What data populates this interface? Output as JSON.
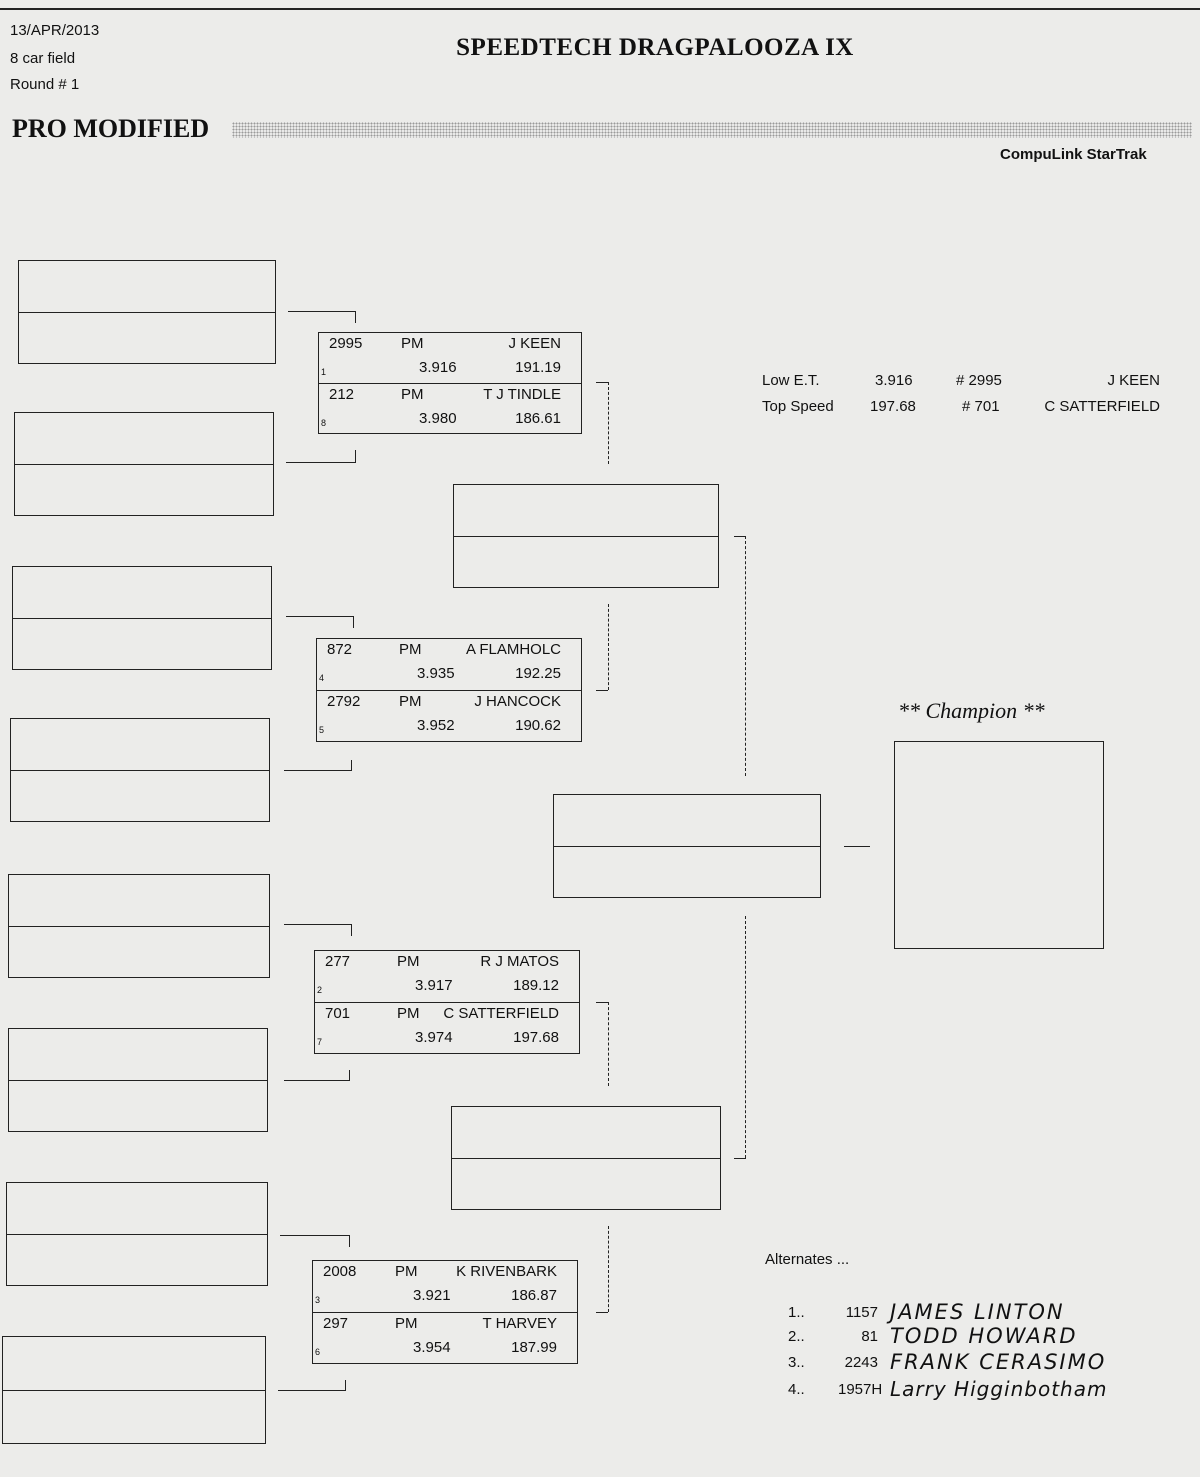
{
  "header": {
    "date": "13/APR/2013",
    "field": "8 car field",
    "round": "Round # 1",
    "event_title": "SPEEDTECH DRAGPALOOZA IX",
    "class_name": "PRO MODIFIED",
    "software": "CompuLink StarTrak"
  },
  "records": {
    "low_et": {
      "label": "Low  E.T.",
      "value": "3.916",
      "car": "# 2995",
      "driver": "J KEEN"
    },
    "top_speed": {
      "label": "Top Speed",
      "value": "197.68",
      "car": "# 701",
      "driver": "C SATTERFIELD"
    }
  },
  "pairs": [
    {
      "top": {
        "num": "2995",
        "cls": "PM",
        "driver": "J KEEN",
        "et": "3.916",
        "speed": "191.19",
        "seed": "1"
      },
      "bottom": {
        "num": "212",
        "cls": "PM",
        "driver": "T J TINDLE",
        "et": "3.980",
        "speed": "186.61",
        "seed": "8"
      }
    },
    {
      "top": {
        "num": "872",
        "cls": "PM",
        "driver": "A FLAMHOLC",
        "et": "3.935",
        "speed": "192.25",
        "seed": "4"
      },
      "bottom": {
        "num": "2792",
        "cls": "PM",
        "driver": "J HANCOCK",
        "et": "3.952",
        "speed": "190.62",
        "seed": "5"
      }
    },
    {
      "top": {
        "num": "277",
        "cls": "PM",
        "driver": "R J MATOS",
        "et": "3.917",
        "speed": "189.12",
        "seed": "2"
      },
      "bottom": {
        "num": "701",
        "cls": "PM",
        "driver": "C SATTERFIELD",
        "et": "3.974",
        "speed": "197.68",
        "seed": "7"
      }
    },
    {
      "top": {
        "num": "2008",
        "cls": "PM",
        "driver": "K RIVENBARK",
        "et": "3.921",
        "speed": "186.87",
        "seed": "3"
      },
      "bottom": {
        "num": "297",
        "cls": "PM",
        "driver": "T HARVEY",
        "et": "3.954",
        "speed": "187.99",
        "seed": "6"
      }
    }
  ],
  "champion_label": "** Champion **",
  "alternates": {
    "heading": "Alternates ...",
    "items": [
      {
        "pos": "1..",
        "car": "1157",
        "name": "JAMES LINTON"
      },
      {
        "pos": "2..",
        "car": "81",
        "name": "TODD HOWARD"
      },
      {
        "pos": "3..",
        "car": "2243",
        "name": "FRANK CERASIMO"
      },
      {
        "pos": "4..",
        "car": "1957H",
        "name": "Larry Higginbotham"
      }
    ]
  }
}
